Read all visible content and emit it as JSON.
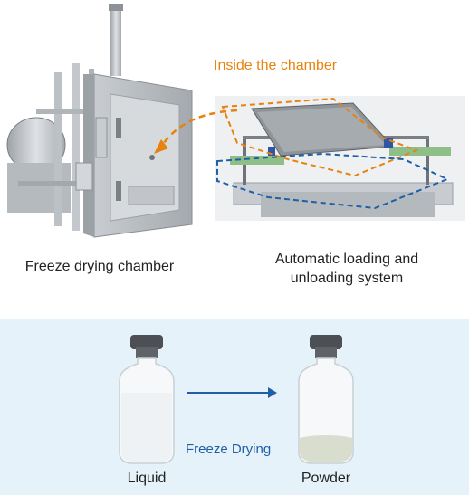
{
  "top": {
    "inside_label": "Inside the chamber",
    "chamber_caption": "Freeze drying chamber",
    "loading_caption_line1": "Automatic loading and",
    "loading_caption_line2": "unloading system"
  },
  "bottom": {
    "process_label": "Freeze Drying",
    "liquid_caption": "Liquid",
    "powder_caption": "Powder"
  },
  "colors": {
    "highlight_orange": "#e8820e",
    "highlight_blue": "#1e5fa8",
    "panel_bg": "#e5f2f9"
  }
}
